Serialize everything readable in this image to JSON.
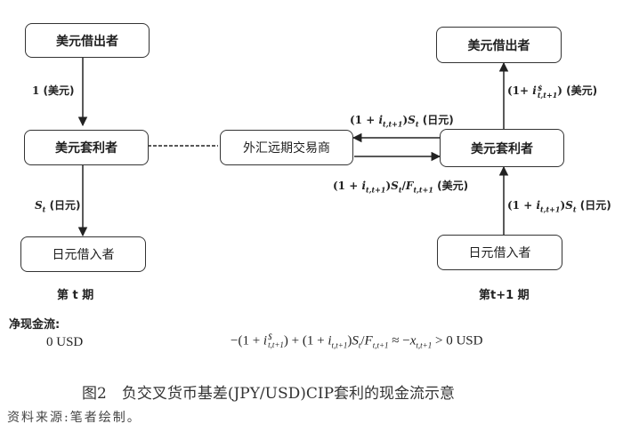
{
  "diagram": {
    "left_period": {
      "label": "第 t 期",
      "boxes": {
        "usd_lender": "美元借出者",
        "usd_arbitrageur": "美元套利者",
        "jpy_borrower": "日元借入者"
      },
      "flows": {
        "lender_to_arbitrageur": {
          "amount": "1",
          "currency": "(美元)"
        },
        "arbitrageur_to_borrower": {
          "var": "S",
          "sub": "t",
          "currency": "(日元)"
        }
      }
    },
    "middle": {
      "box": "外汇远期交易商"
    },
    "right_period": {
      "label": "第t+1 期",
      "boxes": {
        "usd_lender": "美元借出者",
        "usd_arbitrageur": "美元套利者",
        "jpy_borrower": "日元借入者"
      },
      "flows": {
        "arbitrageur_to_dealer": {
          "text_pre": "(1 + ",
          "var": "i",
          "sub": "t,t+1",
          "text_post": ")",
          "var2": "S",
          "sub2": "t",
          "currency": "(日元)"
        },
        "dealer_to_arbitrageur": {
          "text_pre": "(1 + ",
          "var": "i",
          "sub": "t,t+1",
          "text_post": ")",
          "var2": "S",
          "sub2": "t",
          "div": "/",
          "var3": "F",
          "sub3": "t,t+1",
          "currency": "(美元)"
        },
        "arbitrageur_to_lender": {
          "text_pre": "(1+ ",
          "var": "i",
          "sup": "$",
          "sub": "t,t+1",
          "text_post": ")",
          "currency": "(美元)"
        },
        "borrower_to_arbitrageur": {
          "text_pre": "(1 + ",
          "var": "i",
          "sub": "t,t+1",
          "text_post": ")",
          "var2": "S",
          "sub2": "t",
          "currency": "(日元)"
        }
      }
    },
    "net_cash_flow": {
      "title": "净现金流:",
      "period_t": "0 USD",
      "period_t1": {
        "p1": "−(1 + ",
        "i": "i",
        "sup": "$",
        "sub": "t,t+1",
        "p2": ") + (1 + ",
        "i2": "i",
        "sub2": "t,t+1",
        "p3": ")",
        "S": "S",
        "subS": "t",
        "slash": "/",
        "F": "F",
        "subF": "t,t+1",
        "approx": " ≈ −",
        "x": "x",
        "subx": "t,t+1",
        "tail": " > 0 USD"
      }
    }
  },
  "caption": "图2　负交叉货币基差(JPY/USD)CIP套利的现金流示意",
  "source": "资料来源:笔者绘制。"
}
